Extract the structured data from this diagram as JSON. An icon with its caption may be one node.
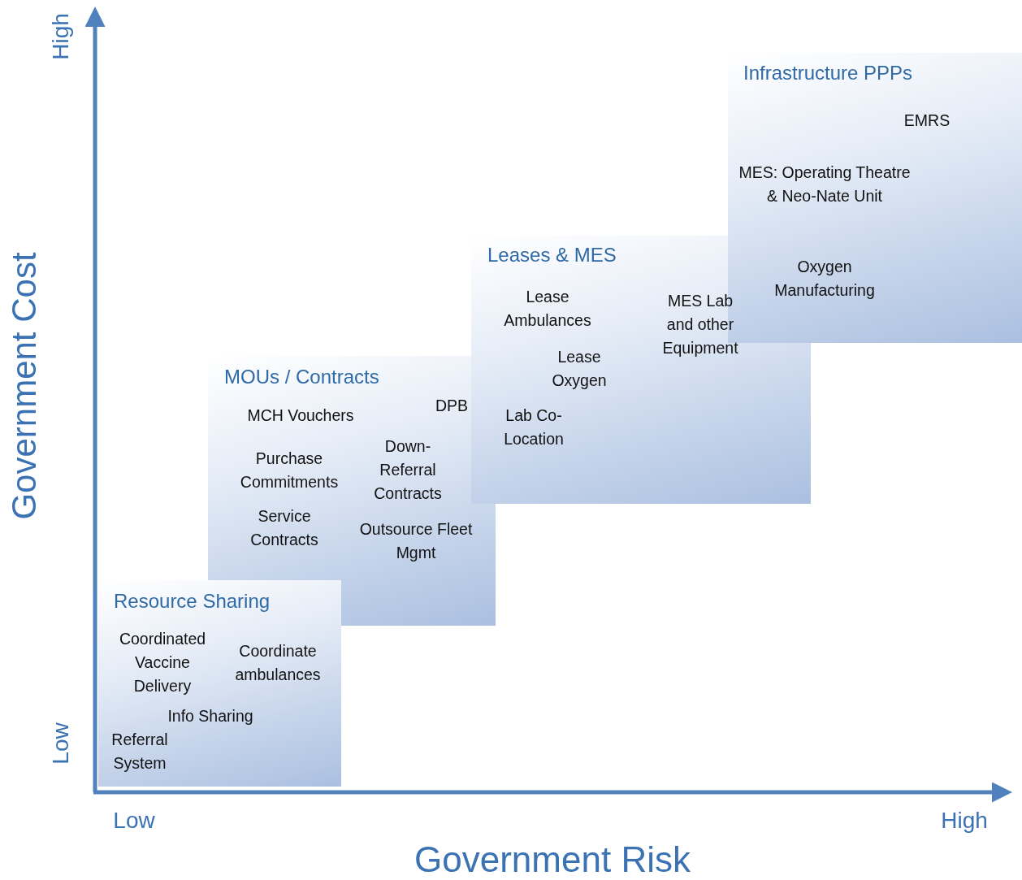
{
  "diagram": {
    "nodes": [
      {
        "text": [
          "Resource Sharing",
          "Coordinated Vaccine Delivery",
          "Coordinate ambulances",
          "Info Sharing",
          "Referral System"
        ]
      },
      {
        "text": [
          "MOUs / Contracts",
          "MCH Vouchers",
          "DPB",
          "Purchase Commitments",
          "Down- Referral Contracts",
          "Service Contracts",
          "Outsource Fleet Mgmt"
        ]
      },
      {
        "text": [
          "Leases & MES",
          "Lease Ambulances",
          "MES Lab and other Equipment",
          "Lease Oxygen",
          "Lab Co- Location"
        ]
      },
      {
        "text": [
          "Infrastructure PPPs",
          "EMRS",
          "MES: Operating Theatre & Neo-Nate Unit",
          "Oxygen Manufacturing"
        ]
      }
    ],
    "edges": [],
    "labels": [
      "High",
      "Government Cost",
      "Low",
      "Low",
      "High",
      "Government Risk"
    ]
  }
}
